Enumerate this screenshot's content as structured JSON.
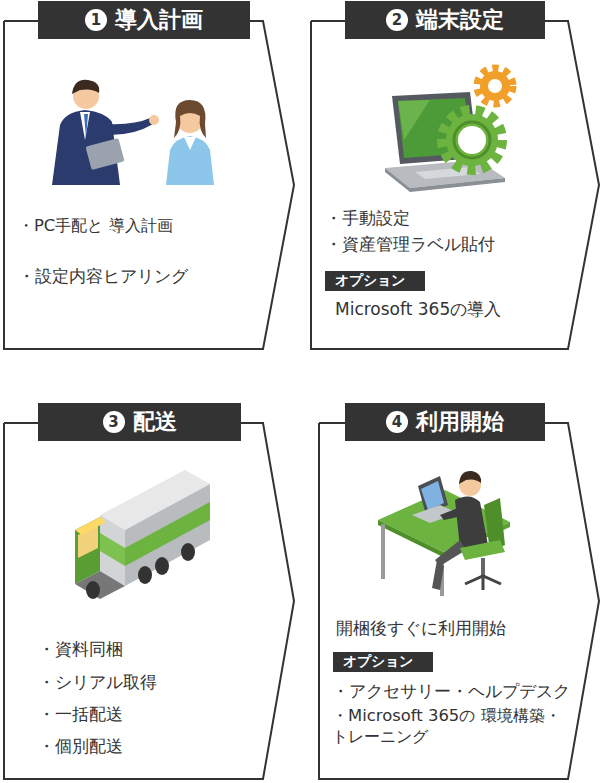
{
  "diagram": {
    "nodes": [
      {
        "text": [
          "1",
          "導入計画",
          "・PC手配と 導入計画",
          "・設定内容ヒアリング"
        ]
      },
      {
        "text": [
          "2",
          "端末設定",
          "・手動設定",
          "・資産管理ラベル貼付",
          "Microsoft 365の導入"
        ]
      },
      {
        "text": [
          "オプション"
        ],
        "in": 1
      },
      {
        "text": [
          "3",
          "配送",
          "・資料同梱",
          "・シリアル取得",
          "・一括配送",
          "・個別配送"
        ]
      },
      {
        "text": [
          "4",
          "利用開始",
          "開梱後すぐに利用開始",
          "・アクセサリー・ヘルプデスク",
          "・Microsoft 365の 環境構築・トレーニング"
        ]
      },
      {
        "text": [
          "オプション"
        ],
        "in": 4
      }
    ]
  }
}
